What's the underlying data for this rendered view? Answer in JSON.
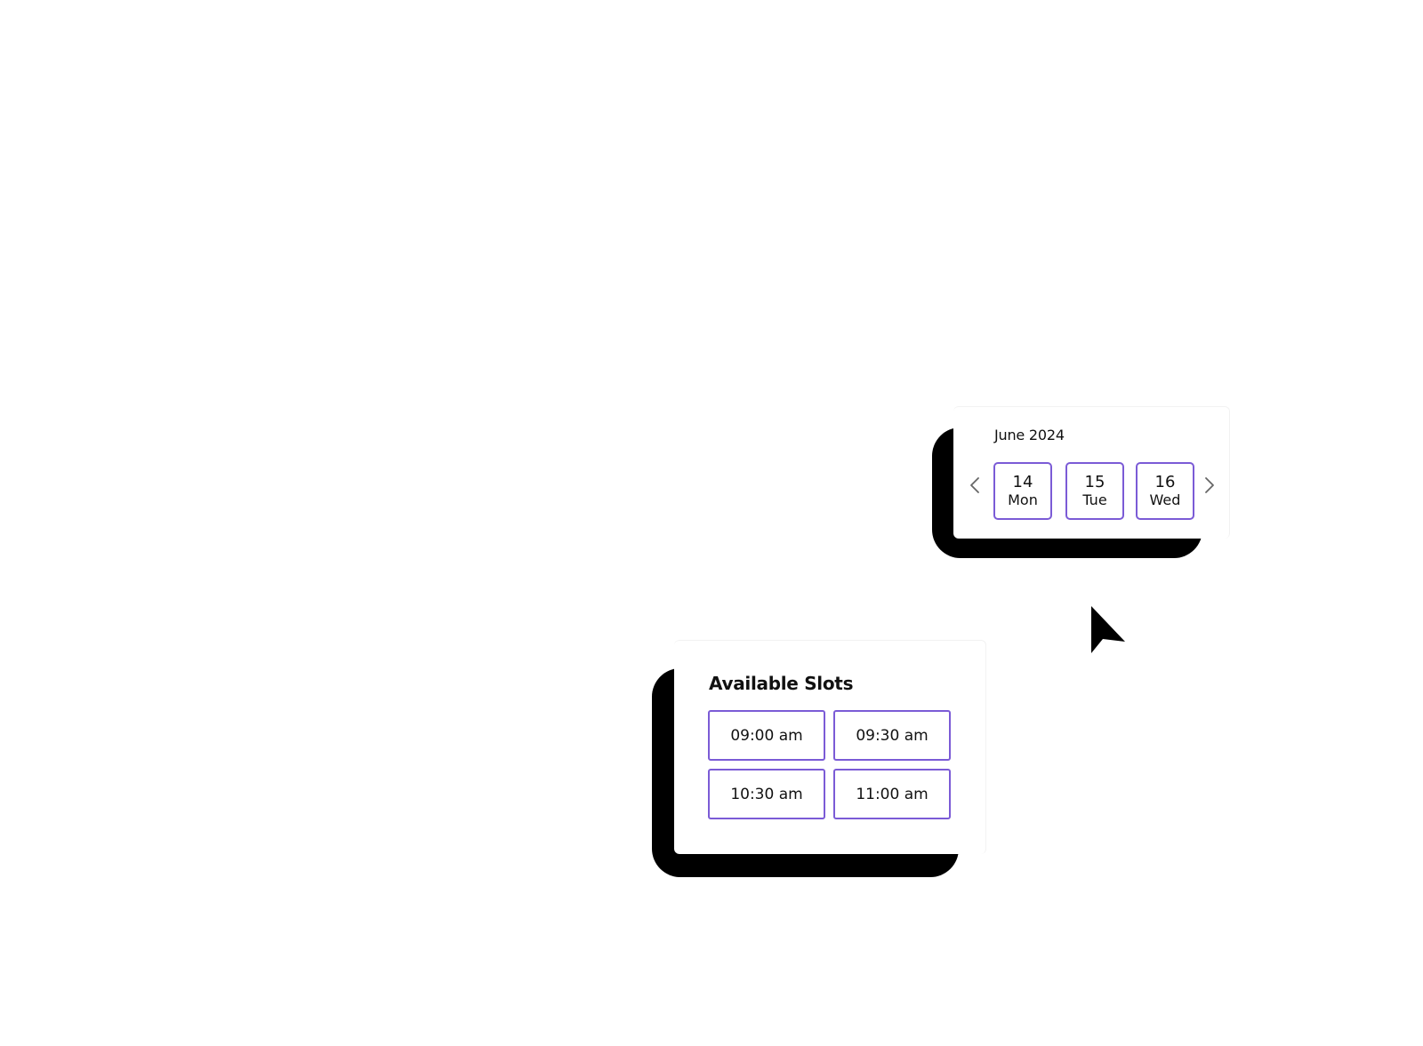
{
  "date_picker": {
    "month": "June 2024",
    "days": [
      {
        "number": "14",
        "weekday": "Mon"
      },
      {
        "number": "15",
        "weekday": "Tue"
      },
      {
        "number": "16",
        "weekday": "Wed"
      }
    ],
    "prev_icon": "chevron-left-icon",
    "next_icon": "chevron-right-icon"
  },
  "slots": {
    "title": "Available Slots",
    "times": [
      "09:00 am",
      "09:30 am",
      "10:30 am",
      "11:00 am"
    ]
  },
  "colors": {
    "accent": "#7b5bd6",
    "shadow": "#000000",
    "text": "#111111"
  },
  "cursor_icon": "mouse-pointer-icon"
}
